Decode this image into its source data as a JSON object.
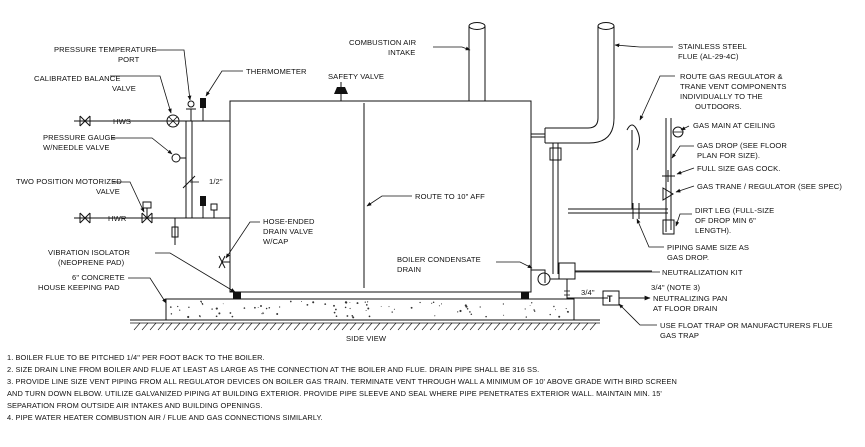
{
  "labels": {
    "pressure_temperature_port": [
      "PRESSURE TEMPERATURE",
      "PORT"
    ],
    "calibrated_balance_valve": [
      "CALIBRATED BALANCE",
      "VALVE"
    ],
    "thermometer": "THERMOMETER",
    "safety_valve": "SAFETY VALVE",
    "combustion_air_intake": [
      "COMBUSTION AIR",
      "INTAKE"
    ],
    "stainless_steel_flue": [
      "STAINLESS STEEL",
      "FLUE (AL-29-4C)"
    ],
    "route_gas_regulator": [
      "ROUTE GAS REGULATOR  &",
      "TRANE VENT COMPONENTS",
      "INDIVIDUALLY TO THE",
      "OUTDOORS."
    ],
    "gas_main_at_ceiling": "GAS MAIN AT CEILING",
    "gas_drop": [
      "GAS DROP (SEE FLOOR",
      "PLAN FOR SIZE)."
    ],
    "full_size_gas_cock": "FULL SIZE GAS COCK.",
    "gas_trane_regulator": "GAS TRANE / REGULATOR (SEE SPEC)",
    "dirt_leg": [
      "DIRT LEG (FULL-SIZE",
      "OF DROP MIN 6\"",
      "LENGTH)."
    ],
    "piping_same_size": [
      "PIPING SAME SIZE AS",
      "GAS DROP."
    ],
    "neutralization_kit": "NEUTRALIZATION KIT",
    "note3": "3/4\" (NOTE 3)",
    "neutralizing_pan": [
      "NEUTRALIZING PAN",
      "AT FLOOR DRAIN"
    ],
    "float_trap": [
      "USE FLOAT TRAP OR  MANUFACTURERS FLUE",
      "GAS TRAP"
    ],
    "pressure_gauge": [
      "PRESSURE GAUGE",
      "W/NEEDLE VALVE"
    ],
    "two_position_valve": [
      "TWO POSITION MOTORIZED",
      "VALVE"
    ],
    "half_inch": "1/2\"",
    "hws": "HWS",
    "hwr": "HWR",
    "hose_ended_drain": [
      "HOSE-ENDED",
      "DRAIN VALVE",
      "W/CAP"
    ],
    "route_to_affl": "ROUTE TO 10\" AFF",
    "boiler_condensate_drain": [
      "BOILER CONDENSATE",
      "DRAIN"
    ],
    "three_quarter": "3/4\"",
    "trap_letter": "T",
    "vibration_isolator": [
      "VIBRATION ISOLATOR",
      "(NEOPRENE PAD)"
    ],
    "concrete_pad": [
      "6\" CONCRETE",
      "HOUSE KEEPING PAD"
    ],
    "side_view": "SIDE VIEW"
  },
  "notes": [
    "1. BOILER FLUE TO BE PITCHED 1/4\" PER FOOT BACK TO THE BOILER.",
    "2. SIZE DRAIN LINE FROM BOILER AND FLUE AT LEAST AS LARGE AS THE CONNECTION AT THE BOILER AND FLUE. DRAIN PIPE SHALL BE 316 SS.",
    "3. PROVIDE LINE SIZE VENT PIPING FROM ALL REGULATOR DEVICES ON BOILER GAS TRAIN.  TERMINATE VENT THROUGH WALL A MINIMUM OF 10' ABOVE GRADE WITH BIRD SCREEN",
    "AND TURN DOWN ELBOW.  UTILIZE GALVANIZED PIPING AT BUILDING EXTERIOR.  PROVIDE PIPE SLEEVE AND SEAL WHERE PIPE PENETRATES EXTERIOR WALL.  MAINTAIN MIN. 15'",
    "SEPARATION FROM OUTSIDE AIR INTAKES AND BUILDING OPENINGS.",
    "4.  PIPE WATER HEATER COMBUSTION AIR / FLUE AND GAS CONNECTIONS SIMILARLY."
  ]
}
